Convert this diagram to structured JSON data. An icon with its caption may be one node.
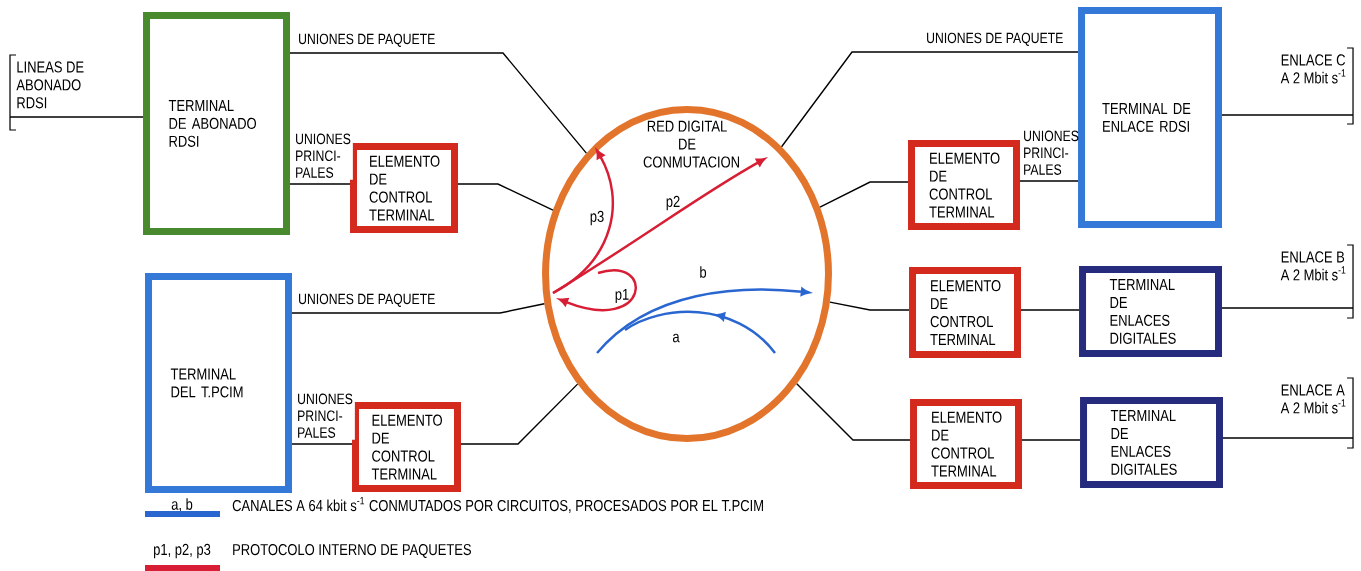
{
  "diagram": {
    "nodes": [
      {
        "text": [
          "LINEAS DE ABONADO RDSI"
        ]
      },
      {
        "text": [
          "TERMINAL DE ABONADO RDSI"
        ]
      },
      {
        "text": [
          "ELEMENTO DE CONTROL TERMINAL"
        ]
      },
      {
        "text": [
          "TERMINAL DEL T.PCIM"
        ]
      },
      {
        "text": [
          "ELEMENTO DE CONTROL TERMINAL"
        ]
      },
      {
        "text": [
          "RED DIGITAL DE CONMUTACION"
        ]
      },
      {
        "text": [
          "TERMINAL DE ENLACE RDSI"
        ]
      },
      {
        "text": [
          "ELEMENTO DE CONTROL TERMINAL"
        ]
      },
      {
        "text": [
          "ELEMENTO DE CONTROL TERMINAL"
        ]
      },
      {
        "text": [
          "TERMINAL DE ENLACES DIGITALES"
        ]
      },
      {
        "text": [
          "ELEMENTO DE CONTROL TERMINAL"
        ]
      },
      {
        "text": [
          "TERMINAL DE ENLACES DIGITALES"
        ]
      },
      {
        "text": [
          "ENLACE C A 2 Mbit s$^{-1}$"
        ]
      },
      {
        "text": [
          "ENLACE B A 2 Mbit s$^{-1}$"
        ]
      },
      {
        "text": [
          "ENLACE A A 2 Mbit s$^{-1}$"
        ]
      }
    ],
    "edges": [
      {
        "from": 0,
        "to": 1,
        "arrow": "none"
      },
      {
        "from": 1,
        "to": 5,
        "arrow": "none",
        "label": "UNIONES DE PAQUETE"
      },
      {
        "from": 1,
        "to": 2,
        "arrow": "none",
        "label": "UNIONES PRINCI-PALES"
      },
      {
        "from": 2,
        "to": 5,
        "arrow": "none"
      },
      {
        "from": 3,
        "to": 5,
        "arrow": "none",
        "label": "UNIONES DE PAQUETE"
      },
      {
        "from": 3,
        "to": 4,
        "arrow": "none",
        "label": "UNIONES PRINCI-PALES"
      },
      {
        "from": 4,
        "to": 5,
        "arrow": "none"
      },
      {
        "from": 5,
        "to": 6,
        "arrow": "none",
        "label": "UNIONES DE PAQUETE"
      },
      {
        "from": 5,
        "to": 7,
        "arrow": "none"
      },
      {
        "from": 7,
        "to": 6,
        "arrow": "none",
        "label": "UNIONES PRINCI-PALES"
      },
      {
        "from": 5,
        "to": 8,
        "arrow": "none"
      },
      {
        "from": 8,
        "to": 9,
        "arrow": "none"
      },
      {
        "from": 5,
        "to": 10,
        "arrow": "none"
      },
      {
        "from": 10,
        "to": 11,
        "arrow": "none"
      },
      {
        "from": 6,
        "to": 12,
        "arrow": "none"
      },
      {
        "from": 9,
        "to": 13,
        "arrow": "none"
      },
      {
        "from": 11,
        "to": 14,
        "arrow": "none"
      }
    ],
    "labels": [
      "p3",
      "p2",
      "p1",
      "b",
      "a",
      "a, b",
      "p1, p2, p3"
    ],
    "legend": [
      {
        "text": "CANALES A 64 kbit s$^{-1}$ CONMUTADOS POR CIRCUITOS, PROCESADOS POR EL T.PCIM",
        "color": "#2a66d0"
      },
      {
        "text": "PROTOCOLO INTERNO DE PAQUETES",
        "color": "#d81e34"
      }
    ]
  }
}
